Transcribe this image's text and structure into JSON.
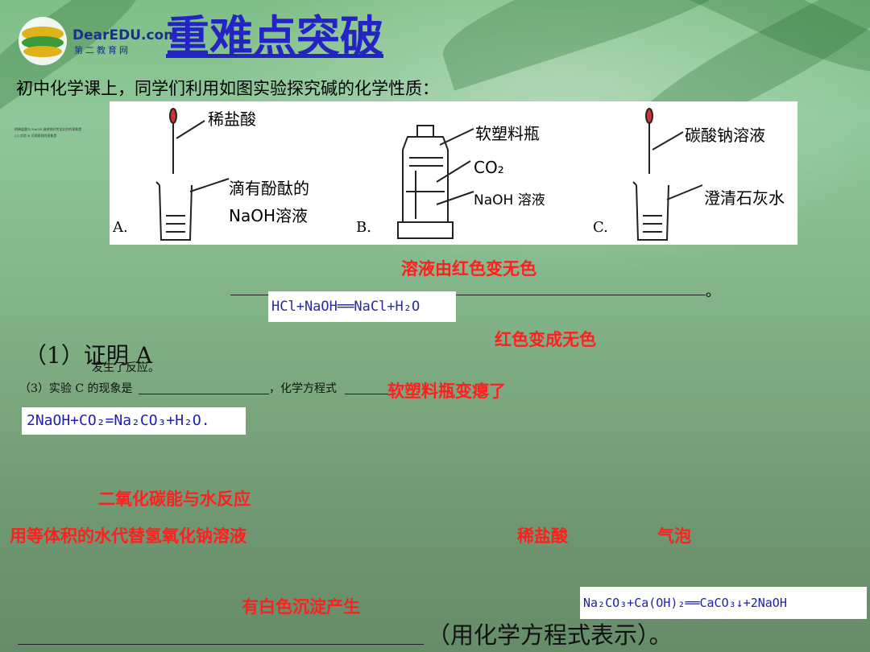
{
  "logo": {
    "brand": "DearEDU.com",
    "sub": "第二教育网"
  },
  "title": "重难点突破",
  "intro": "初中化学课上，同学们利用如图实验探究碱的化学性质：",
  "figure": {
    "label_a": "A.",
    "label_b": "B.",
    "label_c": "C.",
    "a_top": "稀盐酸",
    "a_bottom1": "滴有酚酞的",
    "a_bottom2": "NaOH溶液",
    "b_top": "软塑料瓶",
    "b_mid": "CO₂",
    "b_bottom": "NaOH 溶液",
    "c_top": "碳酸钠溶液",
    "c_bottom": "澄清石灰水",
    "tiny_line1": "的稀盐酸与 NaOH 溶液恰好完全反应的现象是",
    "tiny_line2": "(2) 实验 B 可观察到的现象是"
  },
  "answers": {
    "a1": "溶液由红色变无色",
    "a2": "红色变成无色",
    "a3": "软塑料瓶变瘪了",
    "a4": "二氧化碳能与水反应",
    "a5": "用等体积的水代替氢氧化钠溶液",
    "a6": "稀盐酸",
    "a7": "气泡",
    "a8": "有白色沉淀产生"
  },
  "formulas": {
    "f1": "HCl+NaOH══NaCl+H₂O",
    "f2": "2NaOH+CO₂=Na₂CO₃+H₂O.",
    "f3": "Na₂CO₃+Ca(OH)₂══CaCO₃↓+2NaOH"
  },
  "text": {
    "period1": "。",
    "q1": "（1）证明 A",
    "q1_small": "发生了反应。",
    "q3_a": "（3）实验 C 的现象是",
    "q3_b": "，化学方程式",
    "final": "（用化学方程式表示）。"
  }
}
